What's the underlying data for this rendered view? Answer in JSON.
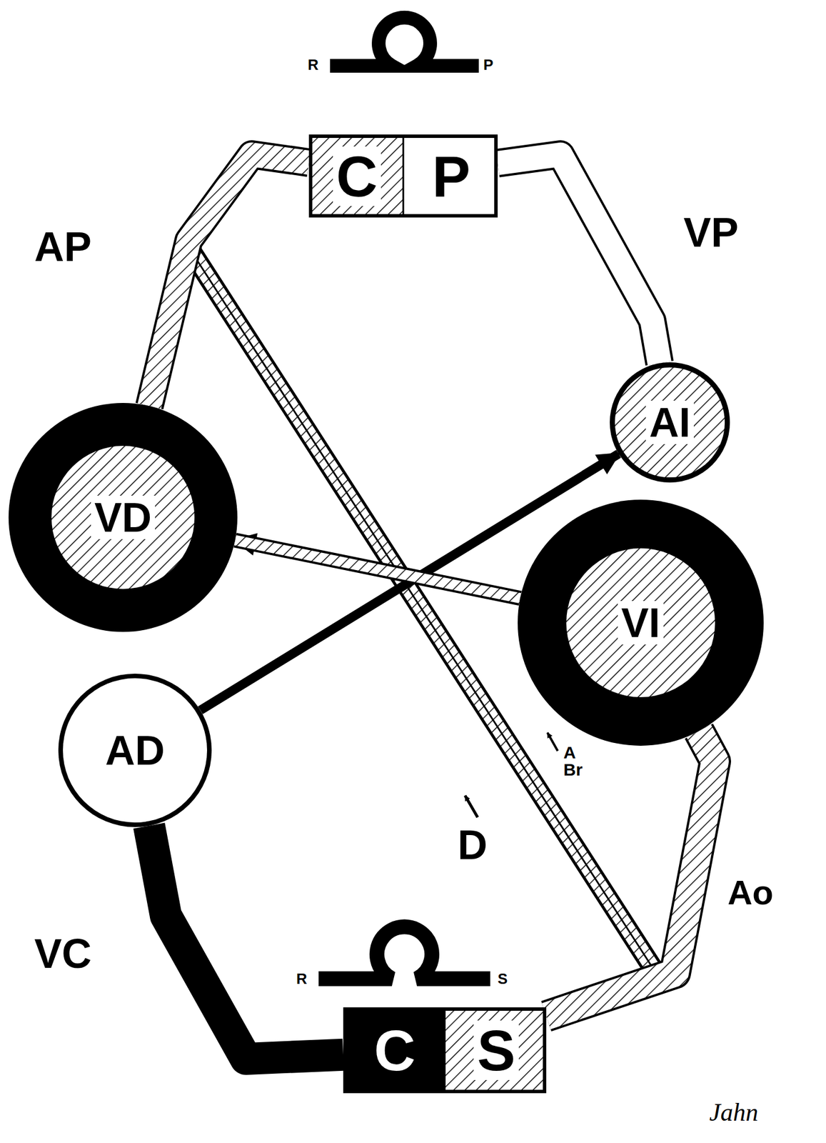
{
  "diagram": {
    "nodes": [
      {
        "text": [
          "C",
          "P"
        ]
      },
      {
        "text": [
          "VD"
        ]
      },
      {
        "text": [
          "AI"
        ]
      },
      {
        "text": [
          "VI"
        ]
      },
      {
        "text": [
          "AD"
        ]
      },
      {
        "text": [
          "C",
          "S"
        ]
      }
    ],
    "edges": [
      {
        "from": 1,
        "to": 0,
        "label": "AP",
        "arrow": "none"
      },
      {
        "from": 0,
        "to": 2,
        "label": "VP",
        "arrow": "none"
      },
      {
        "from": 3,
        "to": 5,
        "label": "Ao",
        "arrow": "none"
      },
      {
        "from": 5,
        "to": 4,
        "label": "VC",
        "arrow": "none"
      },
      {
        "from": 4,
        "to": 2,
        "arrow": "to"
      },
      {
        "from": 3,
        "to": 1,
        "arrow": "to"
      }
    ],
    "labels": [
      "R",
      "P",
      "R",
      "S",
      "D",
      "A Br",
      "Jahn"
    ]
  }
}
